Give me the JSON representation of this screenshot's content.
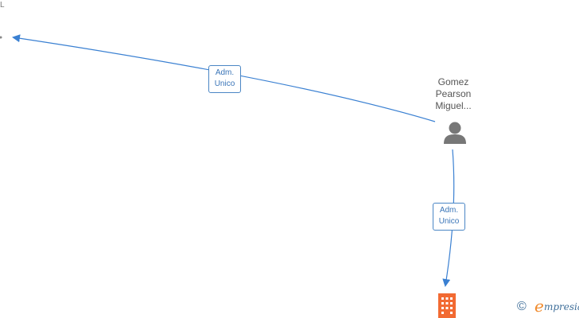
{
  "nodes": {
    "clipped_label": "L",
    "person": {
      "name_lines": [
        "Gomez",
        "Pearson",
        "Miguel..."
      ]
    }
  },
  "edges": [
    {
      "label_lines": [
        "Adm.",
        "Unico"
      ]
    },
    {
      "label_lines": [
        "Adm.",
        "Unico"
      ]
    }
  ],
  "brand": {
    "copyright_symbol": "©",
    "initial": "e",
    "rest": "mpresia"
  },
  "colors": {
    "edge": "#3a80d2",
    "label_border": "#4a86c5",
    "person_icon": "#777777",
    "building_icon": "#f26a32",
    "brand_orange": "#f08a2c",
    "brand_blue": "#3f6f9a"
  }
}
